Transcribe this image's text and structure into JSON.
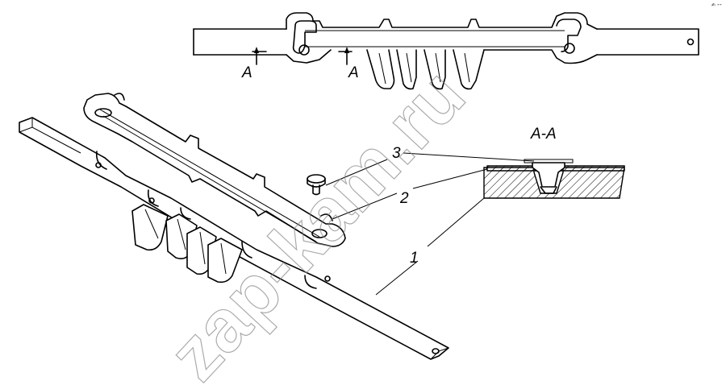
{
  "section_label": "A-A",
  "section_marks": [
    "A",
    "A"
  ],
  "callouts": [
    {
      "number": "3"
    },
    {
      "number": "2"
    },
    {
      "number": "1"
    }
  ],
  "watermark": "zap-kam.ru"
}
